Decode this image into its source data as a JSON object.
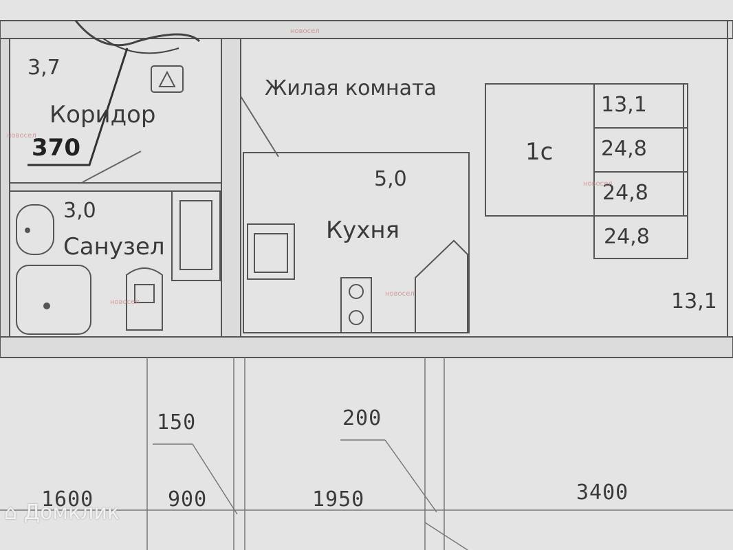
{
  "rooms": {
    "corridor": {
      "area": "3,7",
      "name": "Коридор",
      "dimension": "370"
    },
    "bathroom": {
      "area": "3,0",
      "name": "Санузел"
    },
    "living_room": {
      "name": "Жилая комната"
    },
    "kitchen": {
      "area": "5,0",
      "name": "Кухня"
    },
    "right_area": "13,1"
  },
  "legend_table": {
    "type_label": "1с",
    "values": [
      "13,1",
      "24,8",
      "24,8",
      "24,8"
    ]
  },
  "dimensions": {
    "top": [
      "150",
      "200"
    ],
    "bottom": [
      "1600",
      "900",
      "1950",
      "3400"
    ]
  },
  "watermarks": {
    "brand": "Домклик",
    "logo_text": "новосел"
  },
  "colors": {
    "paper": "#e4e4e4",
    "line": "#555555",
    "watermark": "#c98a8a"
  }
}
